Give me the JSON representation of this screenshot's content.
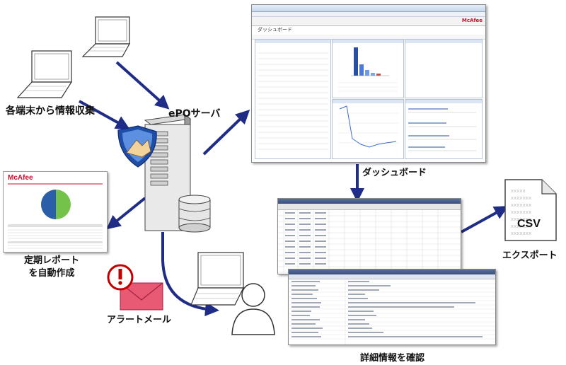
{
  "labels": {
    "collect": "各端末から情報収集",
    "server": "ePOサーバ",
    "dashboard": "ダッシュボード",
    "report": "定期レポート\nを自動作成",
    "alert": "アラートメール",
    "export": "エクスポート",
    "detail": "詳細情報を確認"
  },
  "report_doc": {
    "brand": "McAfee"
  },
  "csv_file": {
    "ext": "CSV"
  },
  "dashboard_shot": {
    "title": "ダッシュボード",
    "brand": "McAfee"
  },
  "colors": {
    "arrow": "#1f2d86",
    "mcafee_red": "#c8102e",
    "pie_blue": "#2a5ea8",
    "pie_green": "#74c24a"
  }
}
